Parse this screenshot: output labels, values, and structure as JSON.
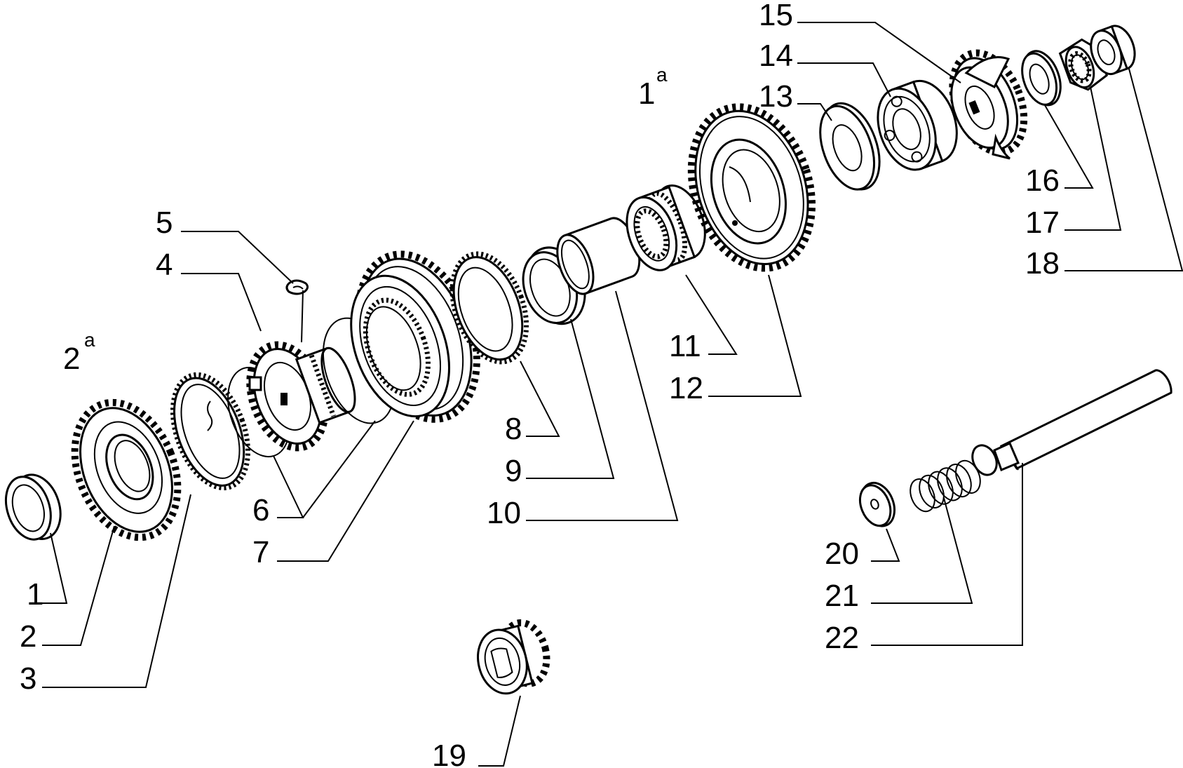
{
  "diagram": {
    "gear_labels": [
      {
        "number": "2",
        "sup": "a"
      },
      {
        "number": "1",
        "sup": "a"
      }
    ],
    "callouts": [
      "1",
      "2",
      "3",
      "4",
      "5",
      "6",
      "7",
      "8",
      "9",
      "10",
      "11",
      "12",
      "13",
      "14",
      "15",
      "16",
      "17",
      "18",
      "19",
      "20",
      "21",
      "22"
    ]
  }
}
